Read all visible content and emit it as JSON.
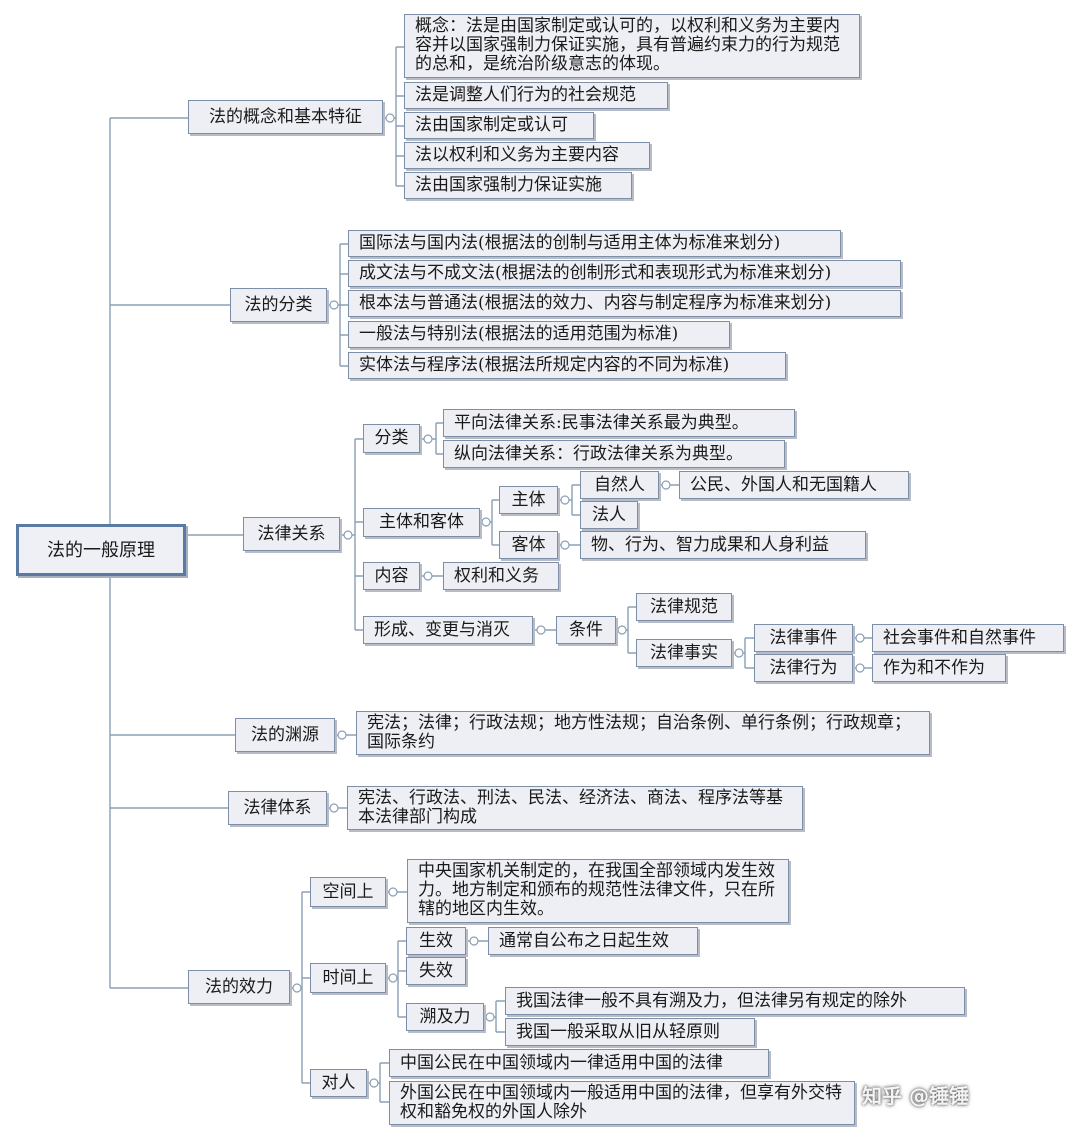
{
  "root": "法的一般原理",
  "concept": {
    "label": "法的概念和基本特征",
    "definition": "概念：法是由国家制定或认可的，以权利和义务为主要内容并以国家强制力保证实施，具有普遍约束力的行为规范的总和，是统治阶级意志的体现。",
    "features": [
      "法是调整人们行为的社会规范",
      "法由国家制定或认可",
      "法以权利和义务为主要内容",
      "法由国家强制力保证实施"
    ]
  },
  "classification": {
    "label": "法的分类",
    "items": [
      "国际法与国内法(根据法的创制与适用主体为标准来划分)",
      "成文法与不成文法(根据法的创制形式和表现形式为标准来划分)",
      "根本法与普通法(根据法的效力、内容与制定程序为标准来划分)",
      "一般法与特别法(根据法的适用范围为标准)",
      "实体法与程序法(根据法所规定内容的不同为标准)"
    ]
  },
  "relation": {
    "label": "法律关系",
    "category": {
      "label": "分类",
      "items": [
        "平向法律关系:民事法律关系最为典型。",
        "纵向法律关系：行政法律关系为典型。"
      ]
    },
    "subject_object": {
      "label": "主体和客体",
      "subject": {
        "label": "主体",
        "natural": "自然人",
        "natural_detail": "公民、外国人和无国籍人",
        "legal": "法人"
      },
      "object": {
        "label": "客体",
        "detail": "物、行为、智力成果和人身利益"
      }
    },
    "content": {
      "label": "内容",
      "detail": "权利和义务"
    },
    "formation": {
      "label": "形成、变更与消灭",
      "condition": "条件",
      "norm": "法律规范",
      "fact": "法律事实",
      "event": "法律事件",
      "event_detail": "社会事件和自然事件",
      "act": "法律行为",
      "act_detail": "作为和不作为"
    }
  },
  "sources": {
    "label": "法的渊源",
    "detail": "宪法；法律；行政法规；地方性法规；自治条例、单行条例；行政规章；国际条约"
  },
  "system": {
    "label": "法律体系",
    "detail": "宪法、行政法、刑法、民法、经济法、商法、程序法等基本法律部门构成"
  },
  "effect": {
    "label": "法的效力",
    "space": {
      "label": "空间上",
      "detail": "中央国家机关制定的，在我国全部领域内发生效力。地方制定和颁布的规范性法律文件，只在所辖的地区内生效。"
    },
    "time": {
      "label": "时间上",
      "valid": "生效",
      "valid_detail": "通常自公布之日起生效",
      "invalid": "失效",
      "retro": "溯及力",
      "retro_items": [
        "我国法律一般不具有溯及力，但法律另有规定的除外",
        "我国一般采取从旧从轻原则"
      ]
    },
    "person": {
      "label": "对人",
      "items": [
        "中国公民在中国领域内一律适用中国的法律",
        "外国公民在中国领域内一般适用中国的法律，但享有外交特权和豁免权的外国人除外"
      ]
    }
  },
  "watermark": "知乎 @锤锤",
  "colors": {
    "line": "#8aa0b5",
    "border": "#7d8fa6",
    "fill": "#eeeff4",
    "root_border": "#5b7aa3"
  }
}
